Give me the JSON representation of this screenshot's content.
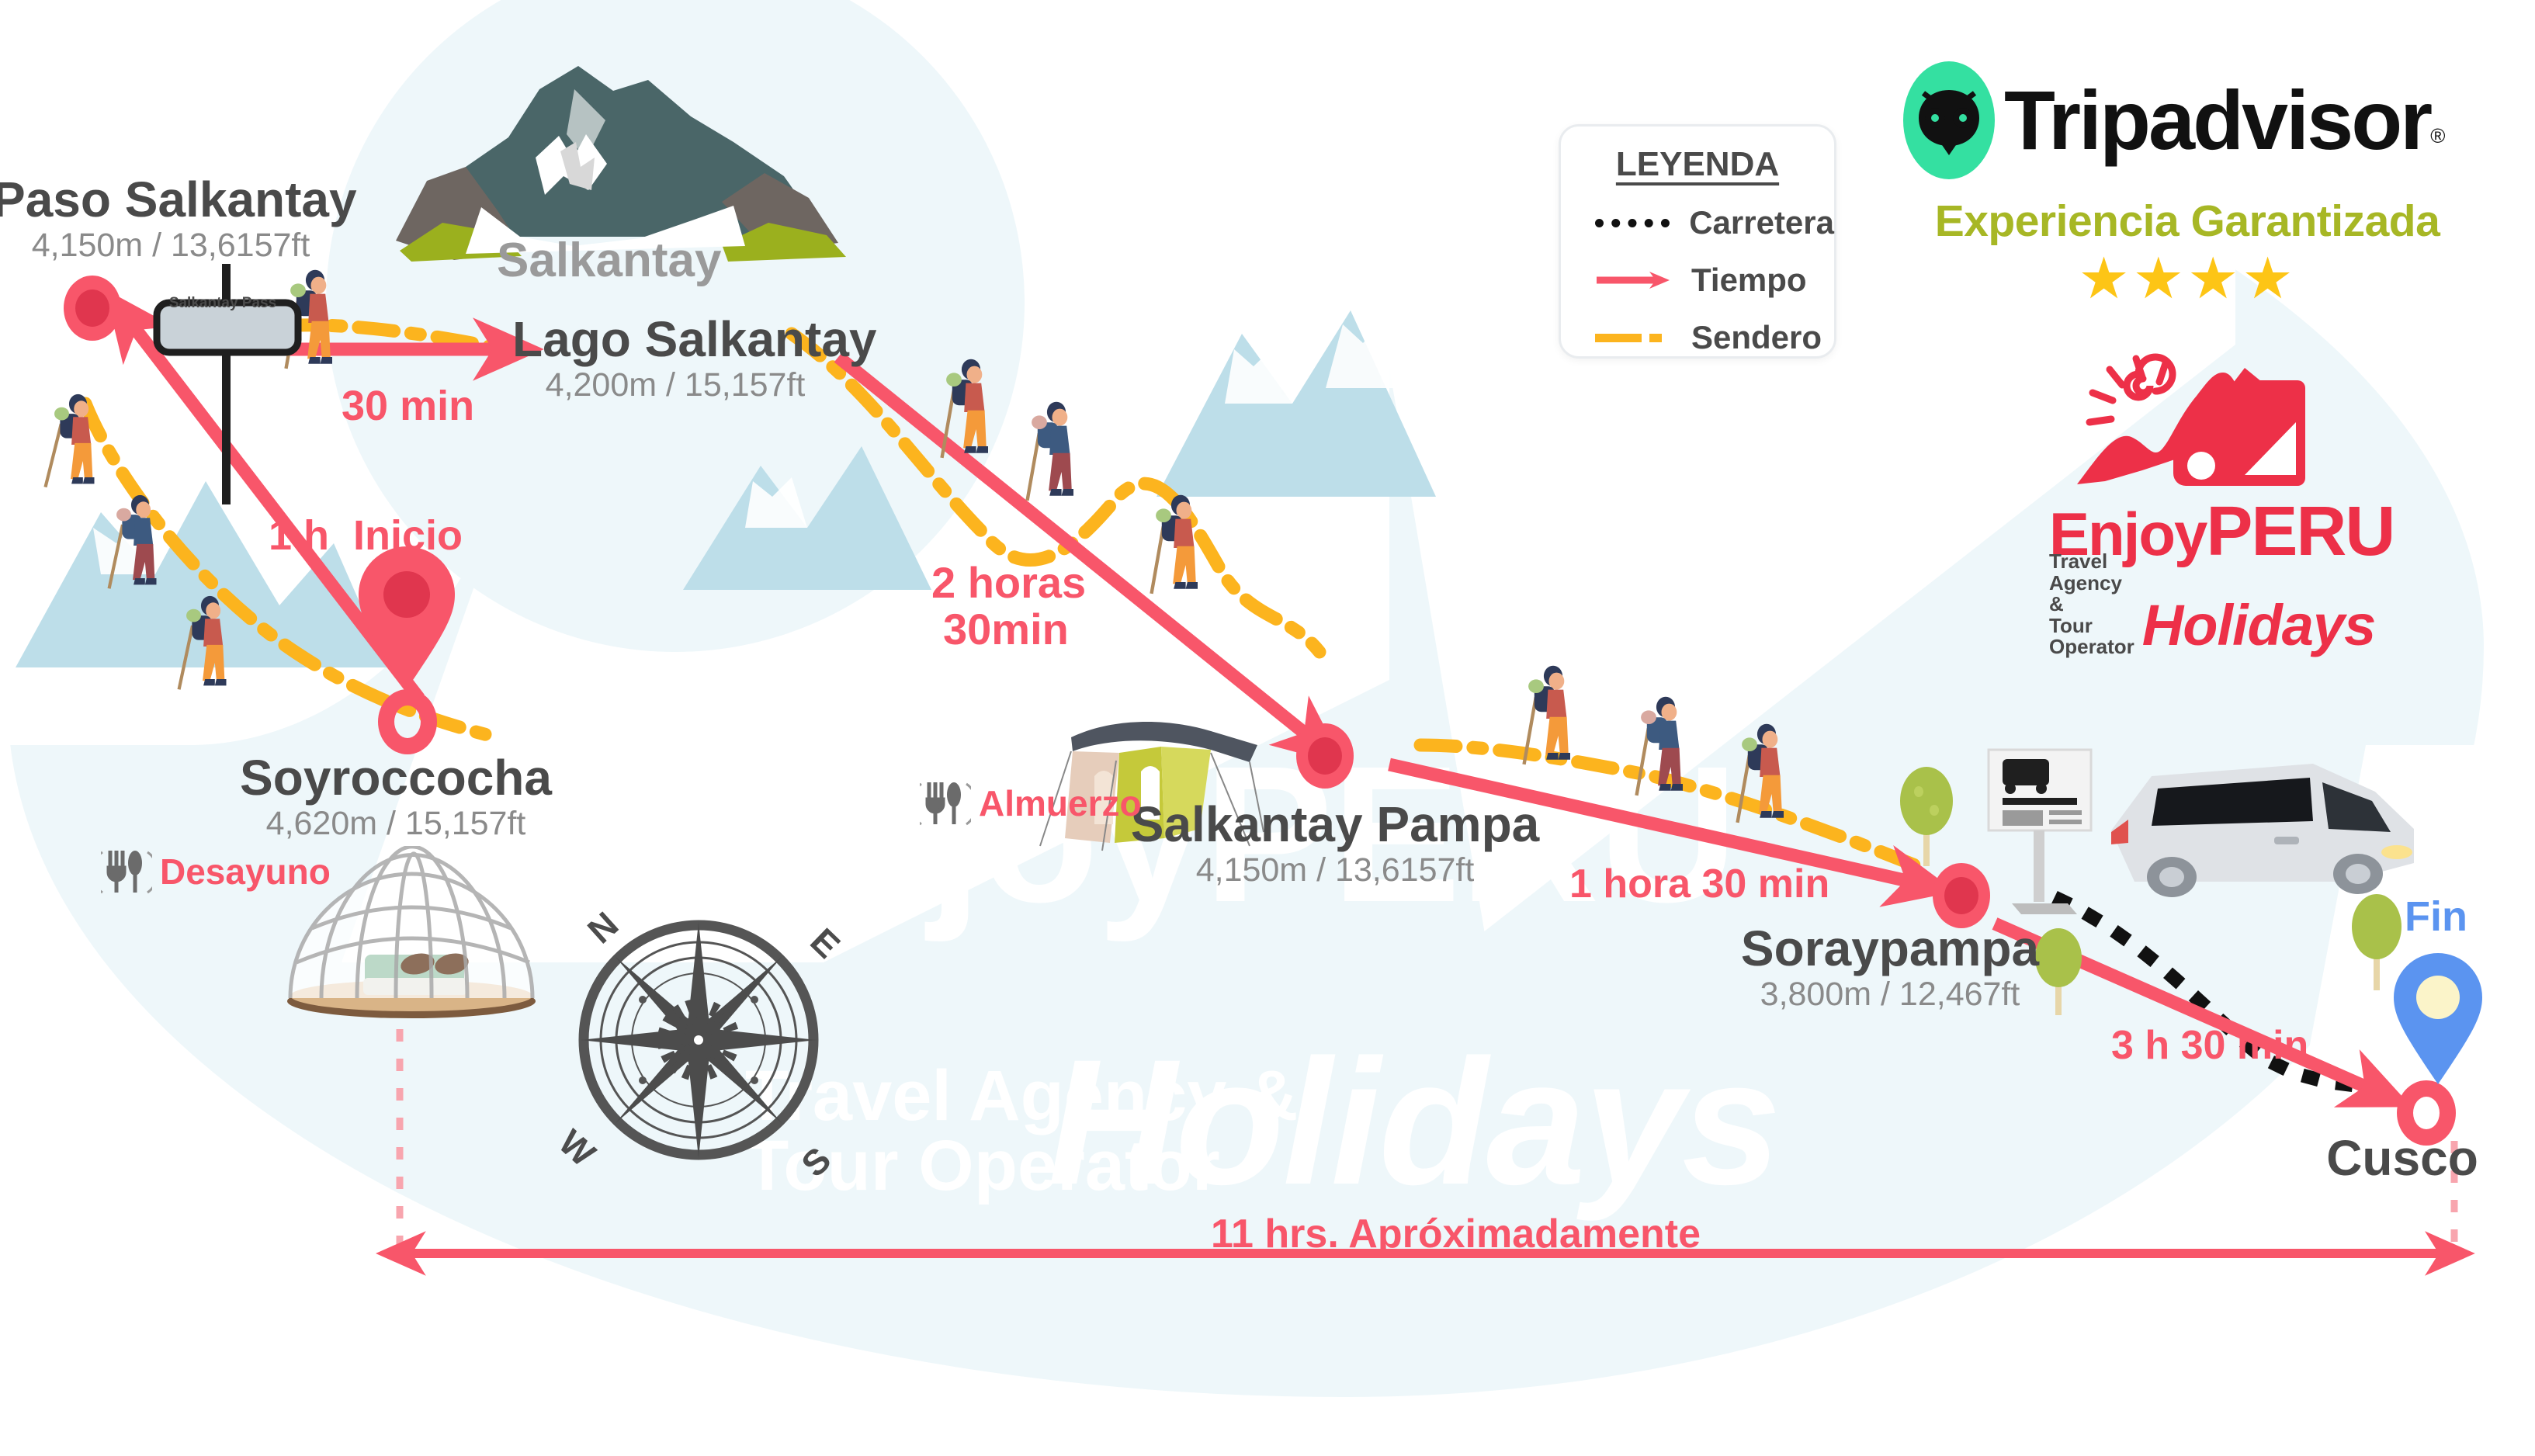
{
  "map": {
    "title_mountain": "Salkantay",
    "watermark": {
      "brand_line1": "EnjoyPERU",
      "brand_line2": "Holidays",
      "sub_line1": "Travel Agency &",
      "sub_line2": "Tour Operator"
    },
    "signpost_label": "Salkantay Pass",
    "start_label": "Inicio",
    "end_label": "Fin",
    "total_time": "11 hrs. Apróximadamente",
    "compass": {
      "n": "N",
      "e": "E",
      "s": "S",
      "w": "W"
    }
  },
  "places": [
    {
      "id": "paso-salkantay",
      "name": "Paso Salkantay",
      "altitude": "4,150m / 13,6157ft"
    },
    {
      "id": "lago-salkantay",
      "name": "Lago Salkantay",
      "altitude": "4,200m / 15,157ft"
    },
    {
      "id": "soyroccocha",
      "name": "Soyroccocha",
      "altitude": "4,620m / 15,157ft"
    },
    {
      "id": "salkantay-pampa",
      "name": "Salkantay Pampa",
      "altitude": "4,150m / 13,6157ft"
    },
    {
      "id": "soraypampa",
      "name": "Soraypampa",
      "altitude": "3,800m / 12,467ft"
    },
    {
      "id": "cusco",
      "name": "Cusco",
      "altitude": ""
    }
  ],
  "segments": [
    {
      "id": "seg-soyroccocha-paso",
      "label": "1 h"
    },
    {
      "id": "seg-paso-lago",
      "label": "30 min"
    },
    {
      "id": "seg-lago-pampa-l1",
      "label": "2 horas"
    },
    {
      "id": "seg-lago-pampa-l2",
      "label": "30min"
    },
    {
      "id": "seg-pampa-soraypampa",
      "label": "1 hora 30 min"
    },
    {
      "id": "seg-soraypampa-cusco",
      "label": "3 h 30 min"
    }
  ],
  "meals": [
    {
      "id": "breakfast",
      "label": "Desayuno",
      "icon": "cutlery-icon"
    },
    {
      "id": "lunch",
      "label": "Almuerzo",
      "icon": "cutlery-icon"
    }
  ],
  "legend": {
    "title": "LEYENDA",
    "items": [
      {
        "id": "carretera",
        "label": "Carretera",
        "style": "dotted-black",
        "color": "#111111"
      },
      {
        "id": "tiempo",
        "label": "Tiempo",
        "style": "arrow-red",
        "color": "#f8566a"
      },
      {
        "id": "sendero",
        "label": "Sendero",
        "style": "dashdot-orange",
        "color": "#fcb41e"
      }
    ]
  },
  "tripadvisor": {
    "brand": "Tripadvisor",
    "registered": "®",
    "tagline": "Experiencia Garantizada",
    "stars": "★★★★",
    "star_count": 4,
    "owl_bg": "#34e0a1"
  },
  "enjoyperu": {
    "enjoy": "Enjoy",
    "peru": "PERU",
    "holidays": "Holidays",
    "sub_line1": "Travel Agency &",
    "sub_line2": "Tour Operator",
    "color": "#ed3048"
  },
  "colors": {
    "red": "#f8566a",
    "orange": "#fcb41e",
    "black": "#111111",
    "blue_pin": "#5b94f0",
    "bg": "#eef7fa",
    "text_dark": "#4a4a4a",
    "text_grey": "#8a8a8a"
  }
}
